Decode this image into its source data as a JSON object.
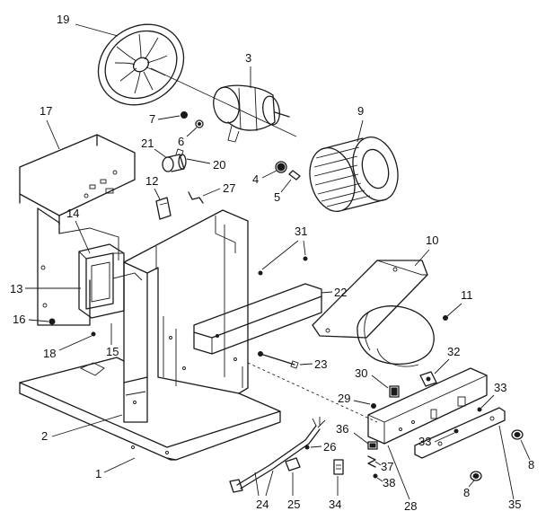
{
  "callouts": [
    {
      "id": "c19",
      "text": "19"
    },
    {
      "id": "c3",
      "text": "3"
    },
    {
      "id": "c9",
      "text": "9"
    },
    {
      "id": "c17",
      "text": "17"
    },
    {
      "id": "c7",
      "text": "7"
    },
    {
      "id": "c6",
      "text": "6"
    },
    {
      "id": "c21",
      "text": "21"
    },
    {
      "id": "c20",
      "text": "20"
    },
    {
      "id": "c4",
      "text": "4"
    },
    {
      "id": "c5",
      "text": "5"
    },
    {
      "id": "c12",
      "text": "12"
    },
    {
      "id": "c27",
      "text": "27"
    },
    {
      "id": "c14",
      "text": "14"
    },
    {
      "id": "c31",
      "text": "31"
    },
    {
      "id": "c10",
      "text": "10"
    },
    {
      "id": "c13",
      "text": "13"
    },
    {
      "id": "c22",
      "text": "22"
    },
    {
      "id": "c11",
      "text": "11"
    },
    {
      "id": "c16",
      "text": "16"
    },
    {
      "id": "c18",
      "text": "18"
    },
    {
      "id": "c15",
      "text": "15"
    },
    {
      "id": "c32",
      "text": "32"
    },
    {
      "id": "c23",
      "text": "23"
    },
    {
      "id": "c30",
      "text": "30"
    },
    {
      "id": "c33a",
      "text": "33"
    },
    {
      "id": "c29",
      "text": "29"
    },
    {
      "id": "c2",
      "text": "2"
    },
    {
      "id": "c36",
      "text": "36"
    },
    {
      "id": "c33b",
      "text": "33"
    },
    {
      "id": "c8a",
      "text": "8"
    },
    {
      "id": "c26",
      "text": "26"
    },
    {
      "id": "c37",
      "text": "37"
    },
    {
      "id": "c1",
      "text": "1"
    },
    {
      "id": "c38",
      "text": "38"
    },
    {
      "id": "c24",
      "text": "24"
    },
    {
      "id": "c25",
      "text": "25"
    },
    {
      "id": "c34",
      "text": "34"
    },
    {
      "id": "c28",
      "text": "28"
    },
    {
      "id": "c8b",
      "text": "8"
    },
    {
      "id": "c35",
      "text": "35"
    }
  ]
}
